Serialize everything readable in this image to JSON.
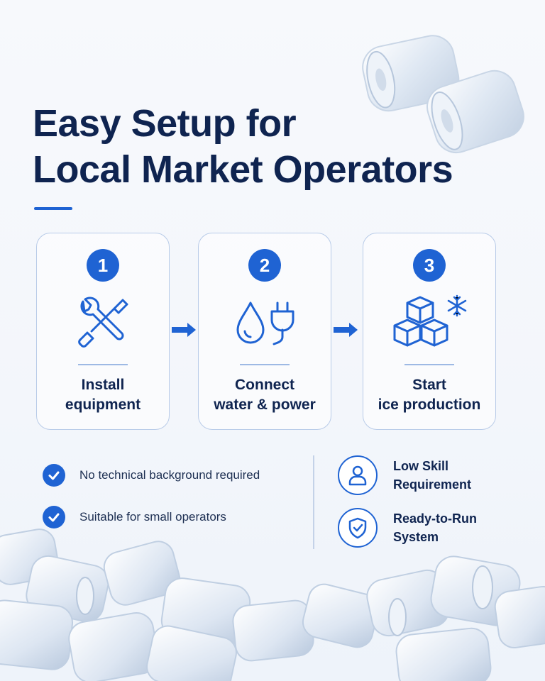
{
  "title": {
    "line1": "Easy Setup for",
    "line2": "Local Market Operators"
  },
  "accent_color": "#1f63d3",
  "steps": [
    {
      "number": "1",
      "icon": "wrench-screwdriver-icon",
      "label_line1": "Install",
      "label_line2": "equipment"
    },
    {
      "number": "2",
      "icon": "water-drop-plug-icon",
      "label_line1": "Connect",
      "label_line2": "water & power"
    },
    {
      "number": "3",
      "icon": "ice-cubes-snowflake-icon",
      "label_line1": "Start",
      "label_line2": "ice production"
    }
  ],
  "checks": [
    "No technical background required",
    "Suitable for small operators"
  ],
  "features": [
    {
      "icon": "user-icon",
      "line1": "Low Skill",
      "line2": "Requirement"
    },
    {
      "icon": "shield-check-icon",
      "line1": "Ready-to-Run",
      "line2": "System"
    }
  ]
}
